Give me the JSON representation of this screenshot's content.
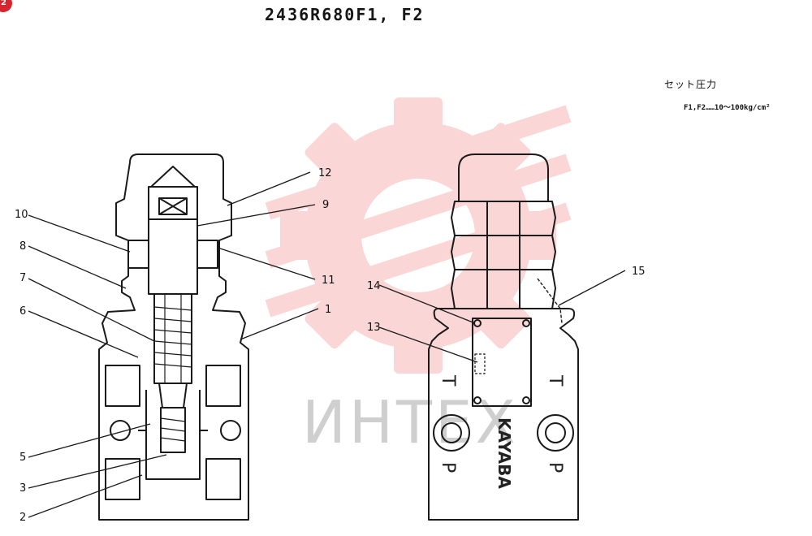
{
  "title": "2436R680F1, F2",
  "corner_badge": "2",
  "set_pressure": {
    "label": "セット圧力",
    "value": "F1,F2……10〜100kg/cm²"
  },
  "watermark": {
    "text": "ИНТЕХ",
    "color": "#f07070"
  },
  "callouts": {
    "c1": "1",
    "c2": "2",
    "c3": "3",
    "c5": "5",
    "c6": "6",
    "c7": "7",
    "c8": "8",
    "c9": "9",
    "c10": "10",
    "c11": "11",
    "c12": "12",
    "c13": "13",
    "c14": "14",
    "c15": "15"
  },
  "body_markings": {
    "brand": "KAYABA",
    "port_t_left": "T",
    "port_t_right": "T",
    "port_p_left": "P",
    "port_p_right": "P"
  }
}
